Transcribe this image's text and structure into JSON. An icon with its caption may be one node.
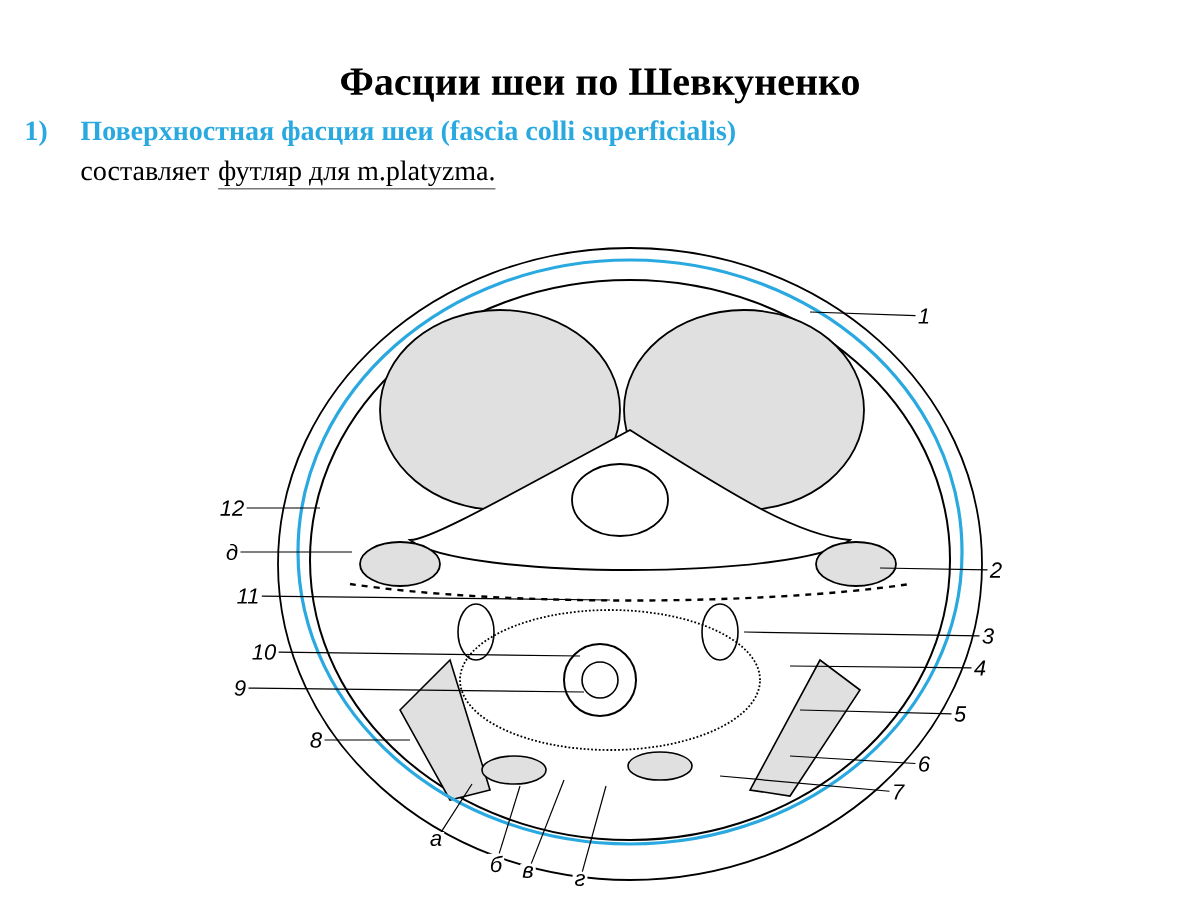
{
  "diagram": {
    "title": "Фасции шеи по Шевкуненко",
    "nodes": [
      {
        "text": [
          "1"
        ]
      },
      {
        "text": [
          "2"
        ]
      },
      {
        "text": [
          "3"
        ]
      },
      {
        "text": [
          "4"
        ]
      },
      {
        "text": [
          "5"
        ]
      },
      {
        "text": [
          "6"
        ]
      },
      {
        "text": [
          "7"
        ]
      },
      {
        "text": [
          "12"
        ]
      },
      {
        "text": [
          "д"
        ]
      },
      {
        "text": [
          "11"
        ]
      },
      {
        "text": [
          "10"
        ]
      },
      {
        "text": [
          "9"
        ]
      },
      {
        "text": [
          "8"
        ]
      },
      {
        "text": [
          "а"
        ]
      },
      {
        "text": [
          "б"
        ]
      },
      {
        "text": [
          "в"
        ]
      },
      {
        "text": [
          "г"
        ]
      },
      {
        "text": [],
        "shape": "picture"
      }
    ],
    "edges": [
      {
        "from": 0,
        "to": 17,
        "arrow": "none"
      },
      {
        "from": 1,
        "to": 17,
        "arrow": "none"
      },
      {
        "from": 2,
        "to": 17,
        "arrow": "none"
      },
      {
        "from": 3,
        "to": 17,
        "arrow": "none"
      },
      {
        "from": 4,
        "to": 17,
        "arrow": "none"
      },
      {
        "from": 5,
        "to": 17,
        "arrow": "none"
      },
      {
        "from": 6,
        "to": 17,
        "arrow": "none"
      },
      {
        "from": 7,
        "to": 17,
        "arrow": "none"
      },
      {
        "from": 8,
        "to": 17,
        "arrow": "none"
      },
      {
        "from": 9,
        "to": 17,
        "arrow": "none"
      },
      {
        "from": 10,
        "to": 17,
        "arrow": "none"
      },
      {
        "from": 11,
        "to": 17,
        "arrow": "none"
      },
      {
        "from": 12,
        "to": 17,
        "arrow": "none"
      },
      {
        "from": 13,
        "to": 17,
        "arrow": "none"
      },
      {
        "from": 14,
        "to": 17,
        "arrow": "none"
      },
      {
        "from": 15,
        "to": 17,
        "arrow": "none"
      },
      {
        "from": 16,
        "to": 17,
        "arrow": "none"
      }
    ],
    "labels": [
      "1)",
      "Поверхностная фасция шеи (fascia colli superficialis)",
      "составляет",
      "футляр для m.platyzma."
    ]
  }
}
